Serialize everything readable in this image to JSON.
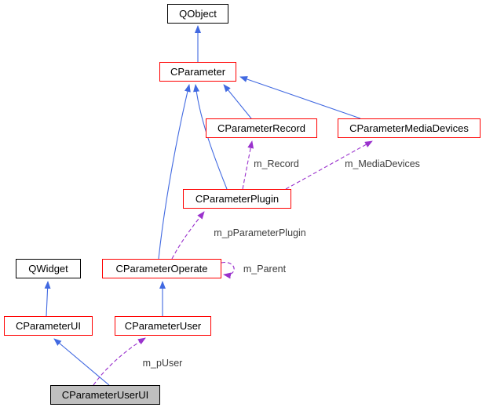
{
  "diagram": {
    "colors": {
      "inheritance_edge": "#4169e1",
      "usage_edge": "#9a32cd",
      "edge_label_text": "#3c3c3c",
      "highlight_border": "#ff0000",
      "default_border": "#000000",
      "focus_node_fill": "#bfbfbf",
      "node_fill": "#ffffff",
      "background": "#ffffff"
    },
    "nodes": [
      {
        "id": "qobject",
        "label": "QObject"
      },
      {
        "id": "cparameter",
        "label": "CParameter"
      },
      {
        "id": "cparameter-record",
        "label": "CParameterRecord"
      },
      {
        "id": "cparameter-media-devices",
        "label": "CParameterMediaDevices"
      },
      {
        "id": "cparameter-plugin",
        "label": "CParameterPlugin"
      },
      {
        "id": "cparameter-operate",
        "label": "CParameterOperate"
      },
      {
        "id": "qwidget",
        "label": "QWidget"
      },
      {
        "id": "cparameter-ui",
        "label": "CParameterUI"
      },
      {
        "id": "cparameter-user",
        "label": "CParameterUser"
      },
      {
        "id": "cparameter-user-ui",
        "label": "CParameterUserUI"
      }
    ],
    "edge_labels": [
      {
        "id": "m-record",
        "text": "m_Record"
      },
      {
        "id": "m-media-devices",
        "text": "m_MediaDevices"
      },
      {
        "id": "m-p-parameter-plugin",
        "text": "m_pParameterPlugin"
      },
      {
        "id": "m-parent",
        "text": "m_Parent"
      },
      {
        "id": "m-p-user",
        "text": "m_pUser"
      }
    ]
  }
}
